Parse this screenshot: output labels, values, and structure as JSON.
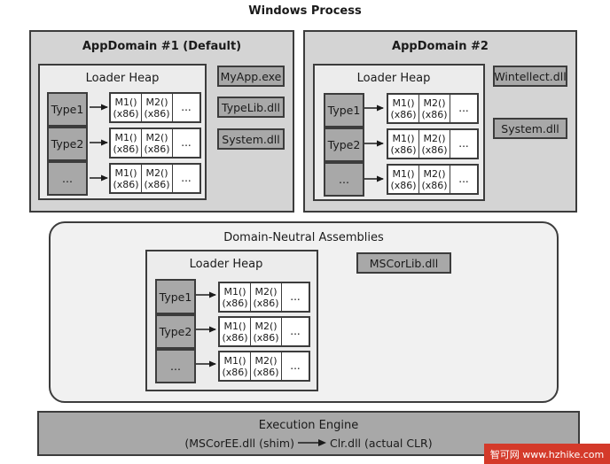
{
  "title": "Windows Process",
  "appdomain1": {
    "title": "AppDomain #1 (Default)",
    "heap_title": "Loader Heap",
    "assemblies": [
      "MyApp.exe",
      "TypeLib.dll",
      "System.dll"
    ]
  },
  "appdomain2": {
    "title": "AppDomain #2",
    "heap_title": "Loader Heap",
    "assemblies": [
      "Wintellect.dll",
      "System.dll"
    ]
  },
  "neutral": {
    "title": "Domain-Neutral Assemblies",
    "heap_title": "Loader Heap",
    "assembly": "MSCorLib.dll"
  },
  "types": [
    "Type1",
    "Type2",
    "..."
  ],
  "methods": {
    "m1": "M1()",
    "m2": "M2()",
    "arch": "(x86)",
    "more": "..."
  },
  "engine": {
    "title": "Execution Engine",
    "shim": "(MSCorEE.dll (shim)",
    "clr": "Clr.dll (actual CLR)"
  },
  "watermark": "智可网 www.hzhike.com"
}
